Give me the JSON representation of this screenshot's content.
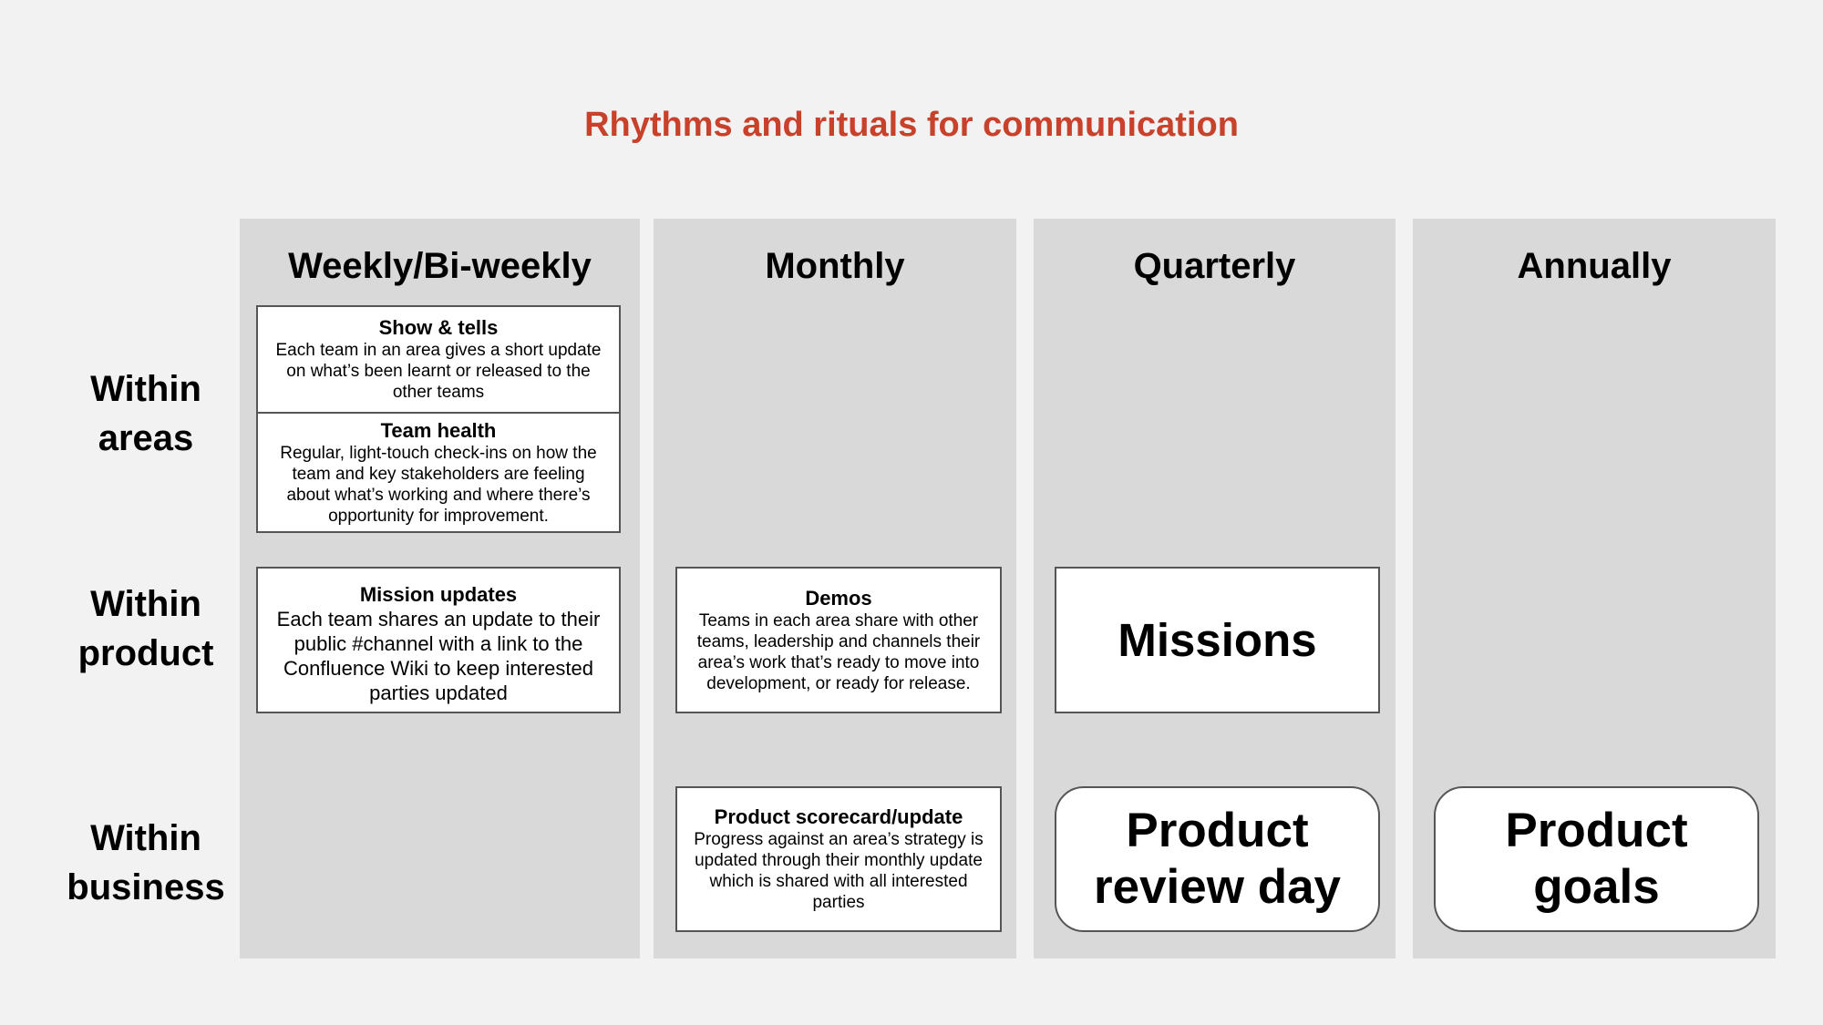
{
  "title": "Rhythms and rituals for communication",
  "columns": [
    "Weekly/Bi-weekly",
    "Monthly",
    "Quarterly",
    "Annually"
  ],
  "rows": [
    {
      "line1": "Within",
      "line2": "areas"
    },
    {
      "line1": "Within",
      "line2": "product"
    },
    {
      "line1": "Within",
      "line2": "business"
    }
  ],
  "cards": {
    "show_tells": {
      "title": "Show & tells",
      "body": "Each team in an area gives a short update on what’s been learnt or released to the other teams"
    },
    "team_health": {
      "title": "Team health",
      "body": "Regular, light-touch check-ins on how the team and key stakeholders are feeling about what’s working and where there’s opportunity for improvement."
    },
    "mission_updates": {
      "title": "Mission updates",
      "body": "Each team shares an update to their public #channel with a link to the Confluence Wiki to keep interested parties updated"
    },
    "demos": {
      "title": "Demos",
      "body": "Teams in each area share with other teams, leadership and channels their area’s work that’s ready to move into development, or ready for release."
    },
    "missions": {
      "title": "Missions"
    },
    "scorecard": {
      "title": "Product scorecard/update",
      "body": "Progress against an area’s strategy is updated through their monthly update which is shared with all interested parties"
    },
    "review_day": {
      "line1": "Product",
      "line2": "review day"
    },
    "goals": {
      "line1": "Product",
      "line2": "goals"
    }
  }
}
